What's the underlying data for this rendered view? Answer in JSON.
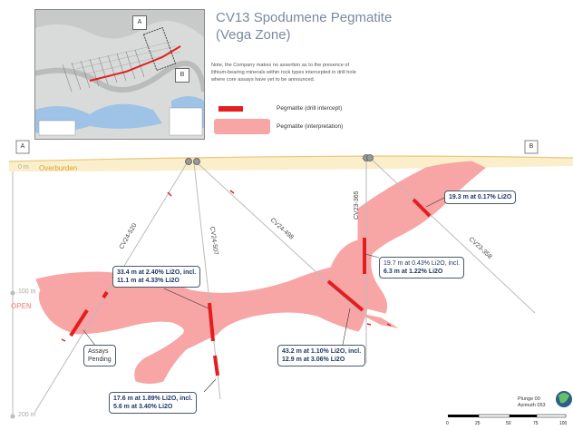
{
  "title_line1": "CV13 Spodumene Pegmatite",
  "title_line2": "(Vega Zone)",
  "note": "Note, the Company makes no assertion as to the presence of lithium-bearing minerals within rock types intercepted in drill hole where core assays have yet to be announced.",
  "legend": {
    "drill_intercept": "Pegmatite (drill intercept)",
    "interpretation": "Pegmatite (interpretation)"
  },
  "inset": {
    "label_a": "A",
    "label_b": "B"
  },
  "section": {
    "label_a": "A",
    "label_b": "B"
  },
  "depths": {
    "d0": "0 m",
    "d100": "100 m",
    "d200": "200 m"
  },
  "overburden": "Overburden",
  "open_label": "OPEN",
  "holes": {
    "cv24_520": "CV24-520",
    "cv24_507": "CV24-507",
    "cv24_498": "CV24-498",
    "cv23_365": "CV23-365",
    "cv23_358": "CV23-358"
  },
  "callouts": {
    "c1": {
      "l1": "19.3 m at 0.17% Li2O"
    },
    "c2": {
      "l1": "19.7 m at 0.43% Li2O, incl.",
      "l2": "6.3 m at 1.22% Li2O"
    },
    "c3": {
      "l1": "33.4 m at 2.40% Li2O, incl.",
      "l2": "11.1 m at 4.33% Li2O"
    },
    "c4": {
      "l1": "43.2 m at 1.10% Li2O, incl.",
      "l2": "12.9 m at 3.06% Li2O"
    },
    "c5": {
      "l1": "17.6 m at 1.89% Li2O, incl.",
      "l2": "5.6 m at 3.40% Li2O"
    },
    "c6": {
      "l1": "Assays",
      "l2": "Pending"
    }
  },
  "plunge": "Plunge 00",
  "azimuth": "Azimuth 053",
  "scale": [
    "0",
    "25",
    "50",
    "75",
    "100"
  ],
  "colors": {
    "pegmatite_fill": "#f7a5a5",
    "intercept": "#e41e1e",
    "overburden": "#e8c87a"
  }
}
